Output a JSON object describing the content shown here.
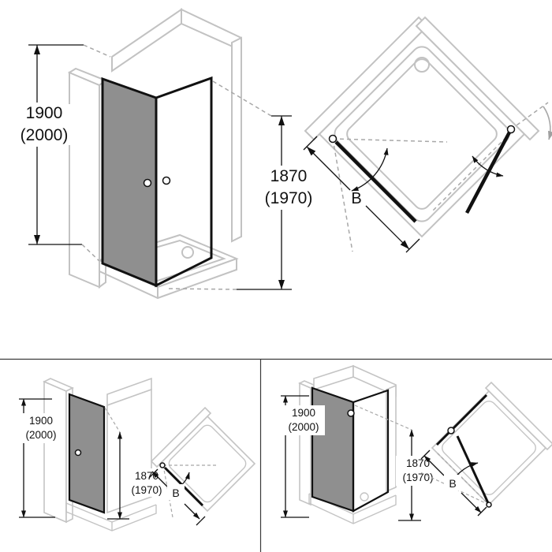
{
  "diagram": {
    "top": {
      "wall_height": "1900",
      "wall_height_alt": "(2000)",
      "glass_height": "1870",
      "glass_height_alt": "(1970)",
      "entry_width_label": "B"
    },
    "bottom_left": {
      "wall_height": "1900",
      "wall_height_alt": "(2000)",
      "glass_height": "1870",
      "glass_height_alt": "(1970)",
      "entry_width_label": "B"
    },
    "bottom_right": {
      "wall_height": "1900",
      "wall_height_alt": "(2000)",
      "glass_height": "1870",
      "glass_height_alt": "(1970)",
      "entry_width_label": "B"
    },
    "colors": {
      "line_dark": "#111111",
      "wall_gray": "#c2c2c2",
      "door_fill_gray": "#8f8f8f",
      "dashed_gray": "#a8a8a8"
    }
  }
}
